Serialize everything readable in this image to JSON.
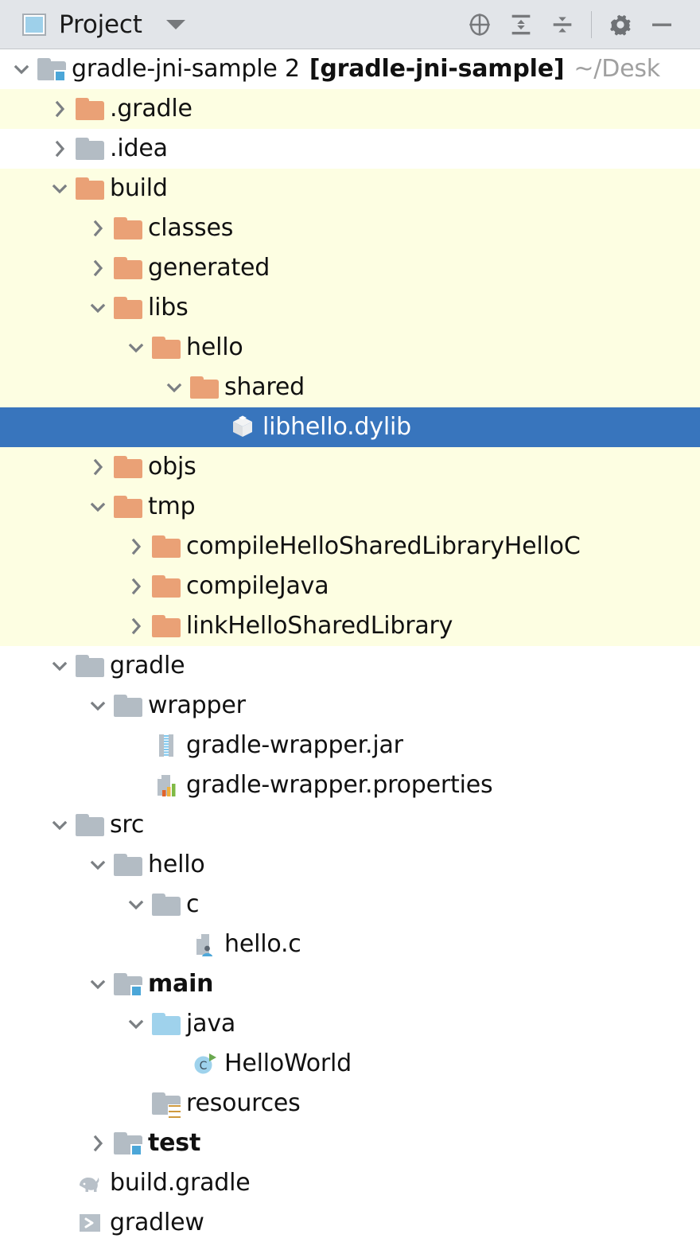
{
  "toolbar": {
    "window_icon": "project-window-icon",
    "title": "Project",
    "dropdown_icon": "chevron-down-icon",
    "buttons": [
      {
        "name": "select-opened-file-button",
        "icon": "crosshair-target-icon",
        "tooltip": "Select Opened File"
      },
      {
        "name": "expand-all-button",
        "icon": "expand-all-icon",
        "tooltip": "Expand All"
      },
      {
        "name": "collapse-all-button",
        "icon": "collapse-all-icon",
        "tooltip": "Collapse All"
      },
      {
        "name": "settings-button",
        "icon": "gear-icon",
        "tooltip": "Settings"
      },
      {
        "name": "hide-button",
        "icon": "minimize-icon",
        "tooltip": "Hide"
      }
    ]
  },
  "tree": {
    "selected_row_index": 8,
    "rows": [
      {
        "name": "project-root",
        "label": "gradle-jni-sample 2",
        "extra_bold": "[gradle-jni-sample]",
        "extra_dim": "~/Desk",
        "depth": 0,
        "arrow": "down",
        "icon": "folder-gray-module",
        "excluded": false,
        "bold": false
      },
      {
        "name": "node-dot-gradle",
        "label": ".gradle",
        "depth": 1,
        "arrow": "right",
        "icon": "folder-orange",
        "excluded": true,
        "bold": false
      },
      {
        "name": "node-dot-idea",
        "label": ".idea",
        "depth": 1,
        "arrow": "right",
        "icon": "folder-gray",
        "excluded": false,
        "bold": false
      },
      {
        "name": "node-build",
        "label": "build",
        "depth": 1,
        "arrow": "down",
        "icon": "folder-orange",
        "excluded": true,
        "bold": false
      },
      {
        "name": "node-classes",
        "label": "classes",
        "depth": 2,
        "arrow": "right",
        "icon": "folder-orange",
        "excluded": true,
        "bold": false
      },
      {
        "name": "node-generated",
        "label": "generated",
        "depth": 2,
        "arrow": "right",
        "icon": "folder-orange",
        "excluded": true,
        "bold": false
      },
      {
        "name": "node-libs",
        "label": "libs",
        "depth": 2,
        "arrow": "down",
        "icon": "folder-orange",
        "excluded": true,
        "bold": false
      },
      {
        "name": "node-hello-libs",
        "label": "hello",
        "depth": 3,
        "arrow": "down",
        "icon": "folder-orange",
        "excluded": true,
        "bold": false
      },
      {
        "name": "node-shared",
        "label": "shared",
        "depth": 4,
        "arrow": "down",
        "icon": "folder-orange",
        "excluded": true,
        "bold": false
      },
      {
        "name": "node-libhello-dylib",
        "label": "libhello.dylib",
        "depth": 5,
        "arrow": "none",
        "icon": "binary-cube-icon",
        "excluded": true,
        "bold": false,
        "selected": true
      },
      {
        "name": "node-objs",
        "label": "objs",
        "depth": 2,
        "arrow": "right",
        "icon": "folder-orange",
        "excluded": true,
        "bold": false
      },
      {
        "name": "node-tmp",
        "label": "tmp",
        "depth": 2,
        "arrow": "down",
        "icon": "folder-orange",
        "excluded": true,
        "bold": false
      },
      {
        "name": "node-compile-hello-shared-library-helloc",
        "label": "compileHelloSharedLibraryHelloC",
        "depth": 3,
        "arrow": "right",
        "icon": "folder-orange",
        "excluded": true,
        "bold": false
      },
      {
        "name": "node-compile-java",
        "label": "compileJava",
        "depth": 3,
        "arrow": "right",
        "icon": "folder-orange",
        "excluded": true,
        "bold": false
      },
      {
        "name": "node-link-hello-shared-library",
        "label": "linkHelloSharedLibrary",
        "depth": 3,
        "arrow": "right",
        "icon": "folder-orange",
        "excluded": true,
        "bold": false
      },
      {
        "name": "node-gradle",
        "label": "gradle",
        "depth": 1,
        "arrow": "down",
        "icon": "folder-gray",
        "excluded": false,
        "bold": false
      },
      {
        "name": "node-wrapper",
        "label": "wrapper",
        "depth": 2,
        "arrow": "down",
        "icon": "folder-gray",
        "excluded": false,
        "bold": false
      },
      {
        "name": "node-gradle-wrapper-jar",
        "label": "gradle-wrapper.jar",
        "depth": 3,
        "arrow": "none",
        "icon": "jar-archive-icon",
        "excluded": false,
        "bold": false
      },
      {
        "name": "node-gradle-wrapper-properties",
        "label": "gradle-wrapper.properties",
        "depth": 3,
        "arrow": "none",
        "icon": "properties-file-icon",
        "excluded": false,
        "bold": false
      },
      {
        "name": "node-src",
        "label": "src",
        "depth": 1,
        "arrow": "down",
        "icon": "folder-gray",
        "excluded": false,
        "bold": false
      },
      {
        "name": "node-hello-src",
        "label": "hello",
        "depth": 2,
        "arrow": "down",
        "icon": "folder-gray",
        "excluded": false,
        "bold": false
      },
      {
        "name": "node-c",
        "label": "c",
        "depth": 3,
        "arrow": "down",
        "icon": "folder-gray",
        "excluded": false,
        "bold": false
      },
      {
        "name": "node-hello-c-file",
        "label": "hello.c",
        "depth": 4,
        "arrow": "none",
        "icon": "c-file-icon",
        "excluded": false,
        "bold": false
      },
      {
        "name": "node-main",
        "label": "main",
        "depth": 2,
        "arrow": "down",
        "icon": "folder-gray-module",
        "excluded": false,
        "bold": true
      },
      {
        "name": "node-java",
        "label": "java",
        "depth": 3,
        "arrow": "down",
        "icon": "folder-blue-source",
        "excluded": false,
        "bold": false
      },
      {
        "name": "node-helloworld",
        "label": "HelloWorld",
        "depth": 4,
        "arrow": "none",
        "icon": "java-class-runnable-icon",
        "excluded": false,
        "bold": false
      },
      {
        "name": "node-resources",
        "label": "resources",
        "depth": 3,
        "arrow": "none",
        "icon": "folder-gray-resources",
        "excluded": false,
        "bold": false
      },
      {
        "name": "node-test",
        "label": "test",
        "depth": 2,
        "arrow": "right",
        "icon": "folder-gray-module",
        "excluded": false,
        "bold": true
      },
      {
        "name": "node-build-gradle",
        "label": "build.gradle",
        "depth": 1,
        "arrow": "none",
        "icon": "gradle-elephant-icon",
        "excluded": false,
        "bold": false
      },
      {
        "name": "node-gradlew",
        "label": "gradlew",
        "depth": 1,
        "arrow": "none",
        "icon": "shell-script-icon",
        "excluded": false,
        "bold": false
      }
    ]
  },
  "colors": {
    "toolbar_bg": "#e2e5e9",
    "excluded_row_bg": "#fdfee2",
    "selection_bg": "#3875bd",
    "selection_fg": "#ffffff",
    "folder_orange": "#eaa176",
    "folder_gray": "#b3bcc4",
    "folder_blue": "#9fd2ec",
    "arrow_gray": "#7b7f83",
    "text": "#111111",
    "dim_text": "#a0a0a0"
  }
}
